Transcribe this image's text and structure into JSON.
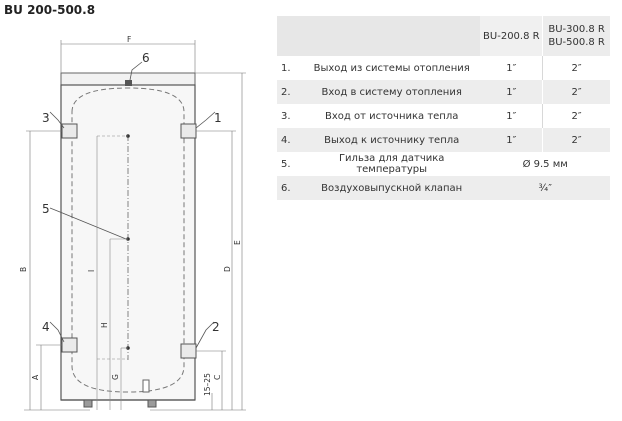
{
  "title": "BU 200-500.8",
  "diagram": {
    "dims": {
      "F": "F",
      "A": "A",
      "B": "B",
      "D": "D",
      "E": "E",
      "I": "I",
      "H": "H",
      "G": "G",
      "C": "C",
      "range": "15–25"
    },
    "callouts": {
      "n1": "1",
      "n2": "2",
      "n3": "3",
      "n4": "4",
      "n5": "5",
      "n6": "6"
    }
  },
  "table": {
    "headers": {
      "col3": "BU-200.8 R",
      "col4_l1": "BU-300.8 R",
      "col4_l2": "BU-500.8 R"
    },
    "rows": [
      {
        "num": "1.",
        "name": "Выход из системы отопления",
        "v1": "1″",
        "v2": "2″"
      },
      {
        "num": "2.",
        "name": "Вход в систему отопления",
        "v1": "1″",
        "v2": "2″"
      },
      {
        "num": "3.",
        "name": "Вход от источника тепла",
        "v1": "1″",
        "v2": "2″"
      },
      {
        "num": "4.",
        "name": "Выход к источнику тепла",
        "v1": "1″",
        "v2": "2″"
      },
      {
        "num": "5.",
        "name": "Гильза для датчика температуры",
        "merged": "Ø 9.5 мм"
      },
      {
        "num": "6.",
        "name": "Воздуховыпускной клапан",
        "merged": "¾″"
      }
    ]
  }
}
